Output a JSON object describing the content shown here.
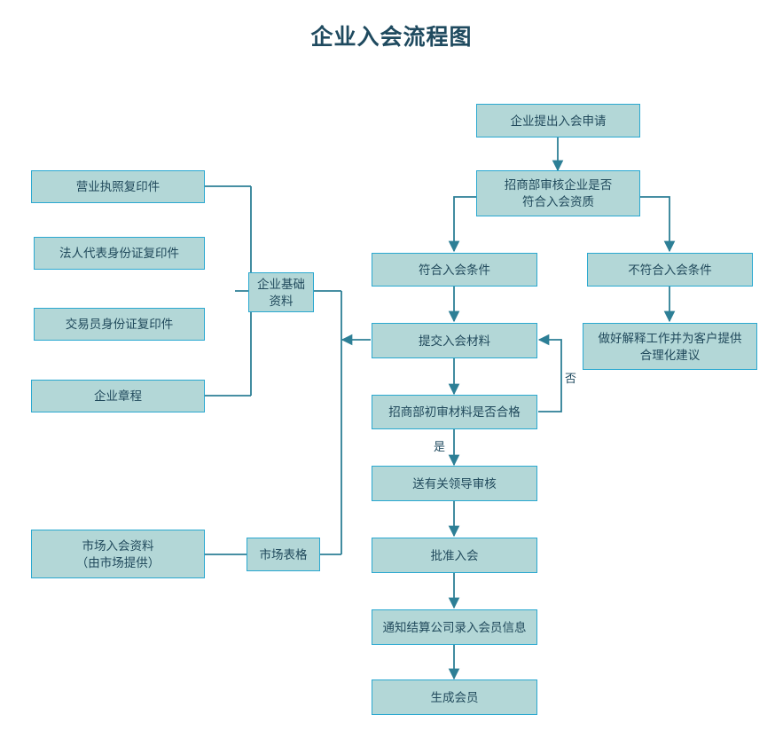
{
  "title": "企业入会流程图",
  "theme": {
    "node_fill": "#b3d7d7",
    "node_border": "#2aa8d0",
    "text_color": "#214a5c",
    "line_color": "#2d7f96",
    "title_color": "#1f4a5f",
    "background": "#ffffff"
  },
  "nodes": {
    "apply": {
      "label": "企业提出入会申请"
    },
    "review_qualification": {
      "line1": "招商部审核企业是否",
      "line2": "符合入会资质"
    },
    "qualified": {
      "label": "符合入会条件"
    },
    "not_qualified": {
      "label": "不符合入会条件"
    },
    "explain": {
      "line1": "做好解释工作并为客户提供",
      "line2": "合理化建议"
    },
    "submit_materials": {
      "label": "提交入会材料"
    },
    "first_review": {
      "label": "招商部初审材料是否合格"
    },
    "leader_review": {
      "label": "送有关领导审核"
    },
    "approve": {
      "label": "批准入会"
    },
    "notify_clearing": {
      "label": "通知结算公司录入会员信息"
    },
    "create_member": {
      "label": "生成会员"
    },
    "doc_license": {
      "label": "营业执照复印件"
    },
    "doc_legal_id": {
      "label": "法人代表身份证复印件"
    },
    "doc_trader_id": {
      "label": "交易员身份证复印件"
    },
    "doc_articles": {
      "label": "企业章程"
    },
    "base_materials": {
      "line1": "企业基础",
      "line2": "资料"
    },
    "market_materials": {
      "line1": "市场入会资料",
      "line2": "（由市场提供）"
    },
    "market_form": {
      "label": "市场表格"
    }
  },
  "edge_labels": {
    "yes": "是",
    "no": "否"
  }
}
